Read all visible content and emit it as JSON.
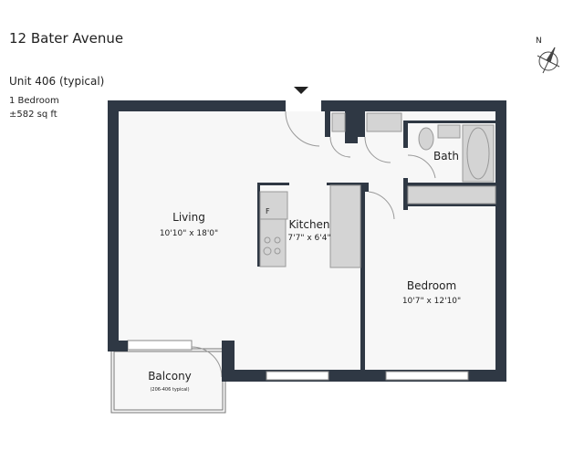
{
  "header": {
    "title": "12 Bater Avenue",
    "unit": "Unit 406 (typical)",
    "bedrooms": "1 Bedroom",
    "area": "±582 sq ft"
  },
  "compass": {
    "label": "N",
    "icon": "compass-icon"
  },
  "entry": {
    "icon": "entry-arrow-icon"
  },
  "rooms": {
    "living": {
      "name": "Living",
      "dims": "10'10\" x 18'0\""
    },
    "kitchen": {
      "name": "Kitchen",
      "dims": "7'7\" x 6'4\"",
      "fridge": "F"
    },
    "bath": {
      "name": "Bath"
    },
    "bedroom": {
      "name": "Bedroom",
      "dims": "10'7\" x 12'10\""
    },
    "balcony": {
      "name": "Balcony",
      "note": "(206-406 typical)"
    }
  },
  "colors": {
    "wall": "#2f3844",
    "floor": "#f7f7f7",
    "fixture": "#d4d4d4"
  }
}
